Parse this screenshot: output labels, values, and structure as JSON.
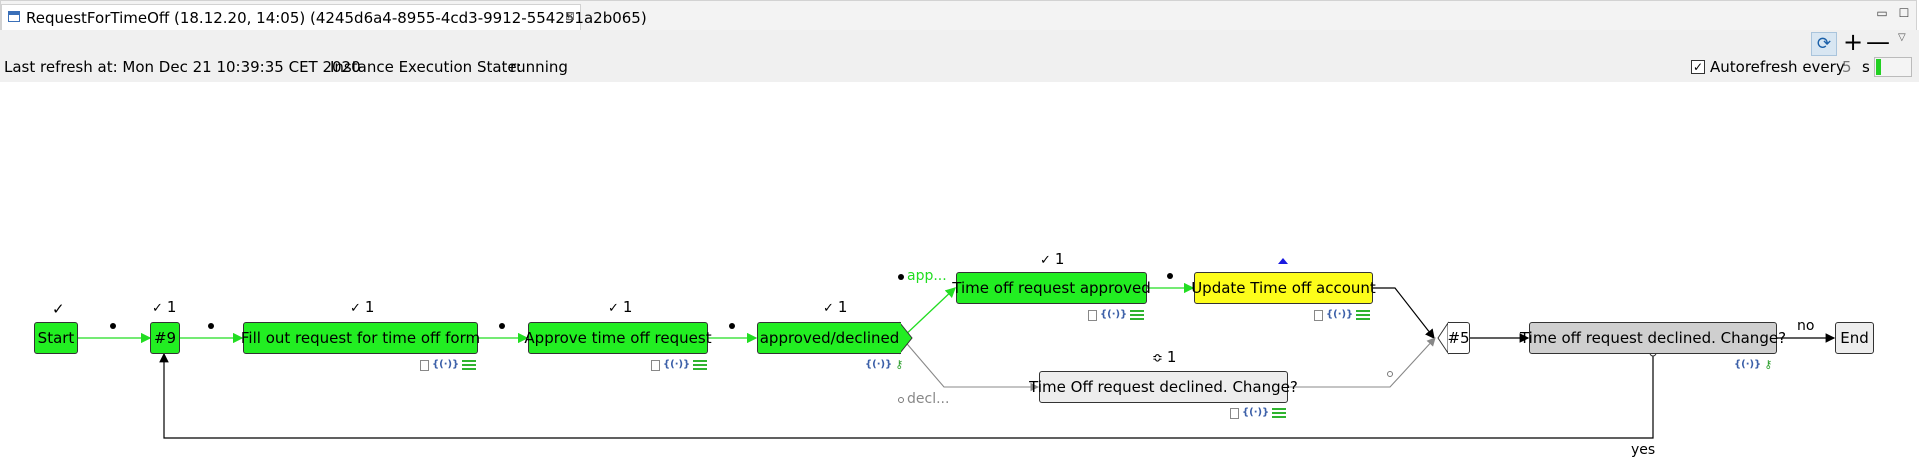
{
  "window": {
    "tab_title": "RequestForTimeOff (18.12.20, 14:05) (4245d6a4-8955-4cd3-9912-554251a2b065)",
    "close_glyph": "⊠",
    "minimize_glyph": "▭",
    "maximize_glyph": "☐"
  },
  "toolbar": {
    "last_refresh": "Last refresh at: Mon Dec 21 10:39:35 CET 2020",
    "state_label": "Instance Execution State:",
    "state_value": "running",
    "refresh_glyph": "⟳",
    "zoom_in_glyph": "+",
    "zoom_out_glyph": "—",
    "menu_glyph": "▽",
    "autorefresh_checked": true,
    "autorefresh_check_glyph": "✓",
    "autorefresh_label": "Autorefresh every",
    "interval_value": "5",
    "interval_unit": "s"
  },
  "process": {
    "nodes": {
      "start": {
        "label": "Start",
        "counter": ""
      },
      "merge9": {
        "label": "#9",
        "counter": "1"
      },
      "fill_out": {
        "label": "Fill out request for time off form",
        "counter": "1"
      },
      "approve": {
        "label": "Approve time off request",
        "counter": "1"
      },
      "decision": {
        "label": "approved/declined",
        "counter": "1"
      },
      "approved": {
        "label": "Time off request approved",
        "counter": "1"
      },
      "update": {
        "label": "Update Time off account",
        "counter": ""
      },
      "declined": {
        "label": "Time Off request declined. Change?",
        "counter": "1"
      },
      "merge5": {
        "label": "#5",
        "counter": ""
      },
      "declined_change": {
        "label": "Time off request declined. Change?",
        "counter": ""
      },
      "end": {
        "label": "End",
        "counter": ""
      }
    },
    "check_glyph": "✓",
    "loop_glyph": "≎",
    "param_glyph": "{(·)}",
    "key_glyph": "⚷",
    "edges": {
      "approved": "app...",
      "declined": "decl...",
      "no": "no",
      "yes": "yes"
    },
    "colors": {
      "completed": "#22ee22",
      "active": "#fdfd1a",
      "inactive": "#ededed",
      "flow_taken": "#22dd22",
      "flow_default": "#000000",
      "flow_skipped": "#888888"
    }
  }
}
